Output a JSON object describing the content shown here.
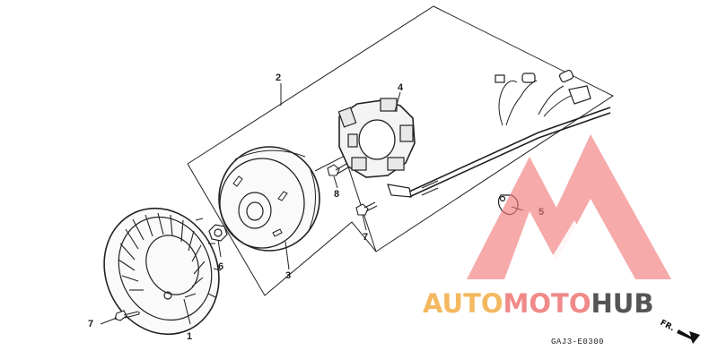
{
  "callouts": {
    "c1": "1",
    "c2": "2",
    "c3": "3",
    "c4": "4",
    "c5": "5",
    "c6": "6",
    "c7a": "7",
    "c7b": "7",
    "c8": "8"
  },
  "diagram_code": "GAJ3-E0300",
  "front_label": "FR.",
  "watermark": {
    "part1": "AUTO",
    "part2": "MOTO",
    "part3": "HUB",
    "colors": {
      "auto": "#f4b860",
      "moto": "#f08a8a",
      "hub": "#555555",
      "logo": "#f27b7b"
    }
  }
}
